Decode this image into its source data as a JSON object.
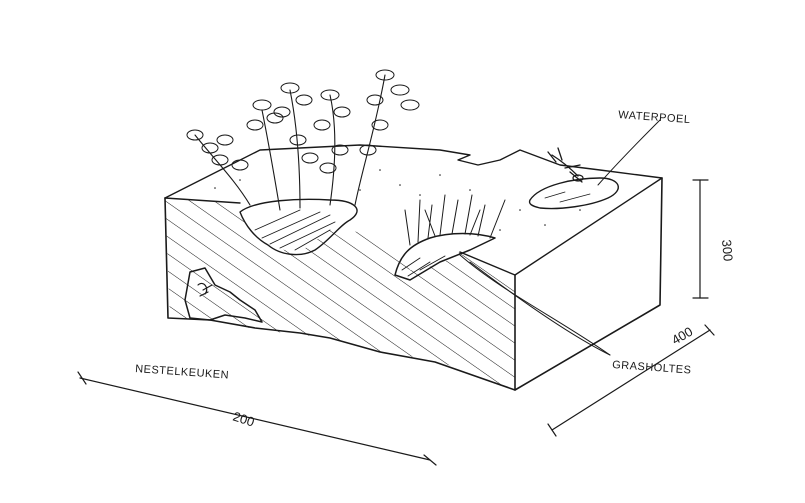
{
  "labels": {
    "waterpool": "WATERPOEL",
    "nestkeuken": "NESTELKEUKEN",
    "grasholtes": "GRASHOLTES"
  },
  "dimensions": {
    "width": "200",
    "height": "300",
    "depth": "400"
  },
  "colors": {
    "ink": "#1a1a1a",
    "paper": "#ffffff"
  }
}
